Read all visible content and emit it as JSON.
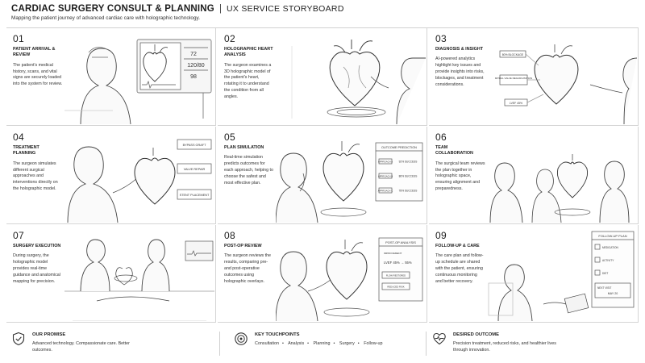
{
  "header": {
    "title": "CARDIAC SURGERY CONSULT & PLANNING",
    "separator": "|",
    "subtitle": "UX SERVICE STORYBOARD",
    "tagline": "Mapping the patient journey of advanced cardiac care with holographic technology."
  },
  "panels": [
    {
      "number": "01",
      "title": "PATIENT ARRIVAL & REVIEW",
      "description": "The patient's medical history, scans, and vital signs are securely loaded into the system for review.",
      "screen": [
        "72",
        "120/80",
        "98"
      ]
    },
    {
      "number": "02",
      "title": "HOLOGRAPHIC HEART ANALYSIS",
      "description": "The surgeon examines a 3D holographic model of the patient's heart, rotating it to understand the condition from all angles."
    },
    {
      "number": "03",
      "title": "DIAGNOSIS & INSIGHT",
      "description": "AI-powered analytics highlight key issues and provide insights into risks, blockages, and treatment considerations.",
      "labels": [
        "80% BLOCKAGE",
        "MITRAL VALVE REGURGITATION",
        "LVEF 45%"
      ]
    },
    {
      "number": "04",
      "title": "TREATMENT PLANNING",
      "description": "The surgeon simulates different surgical approaches and interventions directly on the holographic model.",
      "options": [
        "BYPASS GRAFT",
        "VALVE REPAIR",
        "STENT PLACEMENT"
      ]
    },
    {
      "number": "05",
      "title": "PLAN SIMULATION",
      "description": "Real-time simulation predicts outcomes for each approach, helping to choose the safest and most effective plan.",
      "prediction": {
        "heading": "OUTCOME PREDICTION",
        "rows": [
          {
            "label": "APPROACH A",
            "value": "92% SUCCESS"
          },
          {
            "label": "APPROACH B",
            "value": "86% SUCCESS"
          },
          {
            "label": "APPROACH C",
            "value": "78% SUCCESS"
          }
        ]
      }
    },
    {
      "number": "06",
      "title": "TEAM COLLABORATION",
      "description": "The surgical team reviews the plan together in holographic space, ensuring alignment and preparedness."
    },
    {
      "number": "07",
      "title": "SURGERY EXECUTION",
      "description": "During surgery, the holographic model provides real-time guidance and anatomical mapping for precision."
    },
    {
      "number": "08",
      "title": "POST-OP REVIEW",
      "description": "The surgeon reviews the results, comparing pre- and post-operative outcomes using holographic overlays.",
      "analysis": {
        "heading": "POST-OP ANALYSIS",
        "sub": "IMPROVEMENT",
        "lvef": "LVEF 45% → 55%",
        "items": [
          "FLOW RESTORED",
          "REDUCED RISK"
        ]
      }
    },
    {
      "number": "09",
      "title": "FOLLOW-UP & CARE",
      "description": "The care plan and follow-up schedule are shared with the patient, ensuring continuous monitoring and better recovery.",
      "followup": {
        "heading": "FOLLOW-UP PLAN",
        "items": [
          "MEDICATION",
          "ACTIVITY",
          "DIET"
        ],
        "next_label": "NEXT VISIT",
        "next_date": "MAY 20"
      }
    }
  ],
  "footer": {
    "promise": {
      "title": "OUR PROMISE",
      "text": "Advanced technology. Compassionate care. Better outcomes."
    },
    "touchpoints": {
      "title": "KEY TOUCHPOINTS",
      "items": [
        "Consultation",
        "Analysis",
        "Planning",
        "Surgery",
        "Follow-up"
      ]
    },
    "outcome": {
      "title": "DESIRED OUTCOME",
      "text": "Precision treatment, reduced risks, and healthier lives through innovation."
    }
  }
}
